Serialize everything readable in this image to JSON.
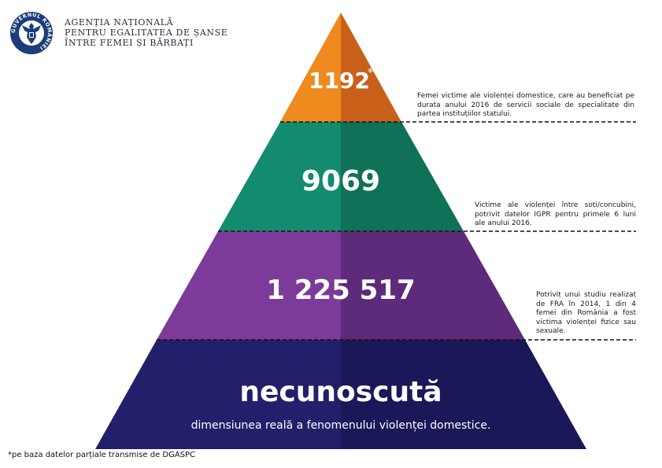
{
  "header": {
    "emblem_text": "GUVERNUL ROMÂNIEI",
    "org_line1": "AGENȚIA NAȚIONALĂ",
    "org_line2": "PENTRU EGALITATEA DE ȘANSE",
    "org_line3": "ÎNTRE FEMEI ȘI BĂRBAȚI"
  },
  "pyramid": {
    "tier1": {
      "value": "1192",
      "marker": "*"
    },
    "tier2": {
      "value": "9069"
    },
    "tier3": {
      "value": "1 225 517"
    },
    "tier4": {
      "value": "necunoscută",
      "subtitle": "dimensiunea reală a fenomenului violenței domestice."
    }
  },
  "annotations": {
    "a1": "Femei victime ale violenței domestice, care au beneficiat pe durata anului 2016 de servicii sociale de specialitate din partea instituțiilor statului.",
    "a2": "Victime ale violenței între soți/concubini, potrivit datelor IGPR pentru primele 6 luni ale anului 2016.",
    "a3": "Potrivit unui studiu realizat de FRA în 2014, 1 din 4 femei din România a fost victima violenței fizice sau sexuale."
  },
  "footnote": "*pe baza datelor parțiale transmise de DGASPC",
  "colors": {
    "tier1_light": "#ef8a1e",
    "tier1_dark": "#c9601a",
    "tier2_light": "#128b6f",
    "tier2_dark": "#0f7157",
    "tier3_light": "#7c3b99",
    "tier3_dark": "#5e2a7a",
    "tier4_light": "#22206a",
    "tier4_dark": "#1a1858",
    "logo_blue": "#1d3d7a"
  }
}
